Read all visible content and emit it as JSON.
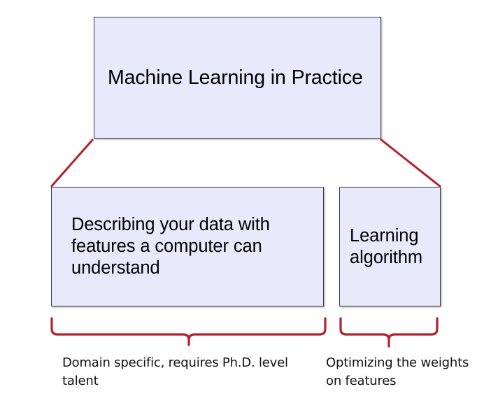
{
  "diagram": {
    "title": "Machine Learning in Practice",
    "colors": {
      "box_fill": "#e8e9fb",
      "box_border": "#3b3b46",
      "accent_red": "#b51f2c",
      "text": "#000000",
      "background": "#ffffff"
    },
    "boxes": [
      {
        "id": "top",
        "label": "Machine Learning in Practice"
      },
      {
        "id": "features",
        "label": "Describing your data with features a computer can understand"
      },
      {
        "id": "algorithm",
        "label": "Learning algorithm"
      }
    ],
    "connectors": [
      {
        "id": "left-connector",
        "from": "top",
        "to": "features"
      },
      {
        "id": "right-connector",
        "from": "top",
        "to": "algorithm"
      }
    ],
    "annotations": [
      {
        "id": "left-annotation",
        "brace_for": "features",
        "text": "Domain specific, requires Ph.D. level talent"
      },
      {
        "id": "right-annotation",
        "brace_for": "algorithm",
        "text": "Optimizing the weights on features"
      }
    ]
  }
}
